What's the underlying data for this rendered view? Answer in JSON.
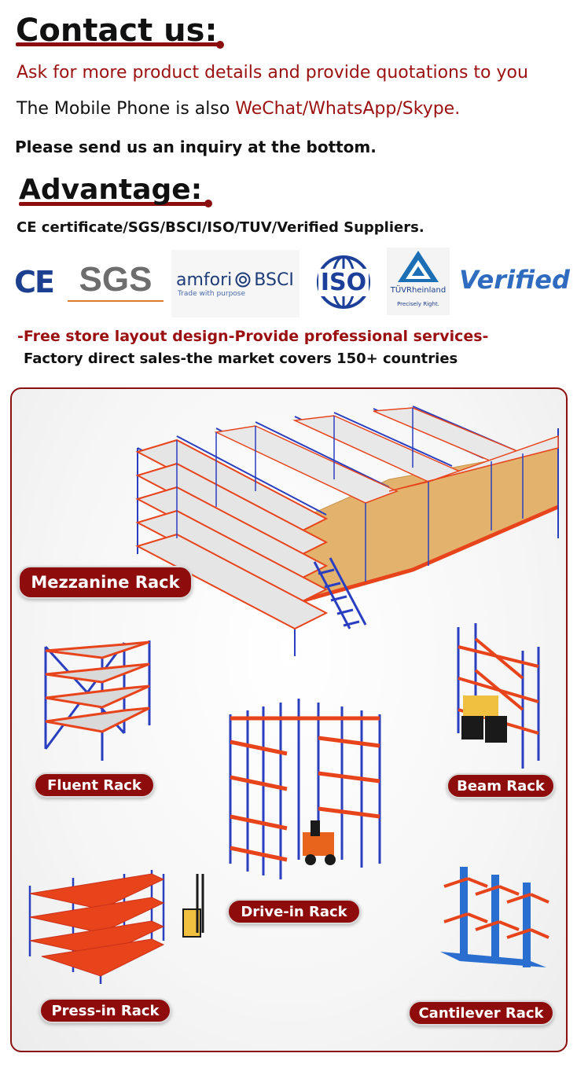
{
  "contact": {
    "heading": "Contact us:",
    "line1": "Ask for more product details and provide quotations to you",
    "line2_prefix": "The Mobile Phone is also ",
    "line2_highlight": "WeChat/WhatsApp/Skype.",
    "line3": "Please send us an inquiry at the bottom."
  },
  "advantage": {
    "heading": "Advantage:",
    "certificates_line": "CE certificate/SGS/BSCI/ISO/TUV/Verified Suppliers."
  },
  "logos": {
    "ce": "CE",
    "sgs": "SGS",
    "amfori_name": "amfori",
    "amfori_bsci": "BSCI",
    "amfori_tagline": "Trade with purpose",
    "iso": "ISO",
    "tuv_name": "TÜVRheinland",
    "tuv_tagline": "Precisely Right.",
    "verified": "Verified"
  },
  "services": {
    "line1": "-Free store layout design-Provide professional services-",
    "line2": "Factory direct sales-the market covers 150+ countries"
  },
  "products": [
    {
      "label": "Mezzanine Rack",
      "icon": "mezzanine-rack-image"
    },
    {
      "label": "Fluent Rack",
      "icon": "fluent-rack-image"
    },
    {
      "label": "Beam Rack",
      "icon": "beam-rack-image"
    },
    {
      "label": "Drive-in Rack",
      "icon": "drive-in-rack-image"
    },
    {
      "label": "Press-in Rack",
      "icon": "press-in-rack-image"
    },
    {
      "label": "Cantilever Rack",
      "icon": "cantilever-rack-image"
    }
  ],
  "colors": {
    "accent_red": "#9b1010",
    "rack_blue": "#2a3fc0",
    "rack_orange": "#e8441c",
    "floor_wood": "#e3b36d"
  }
}
